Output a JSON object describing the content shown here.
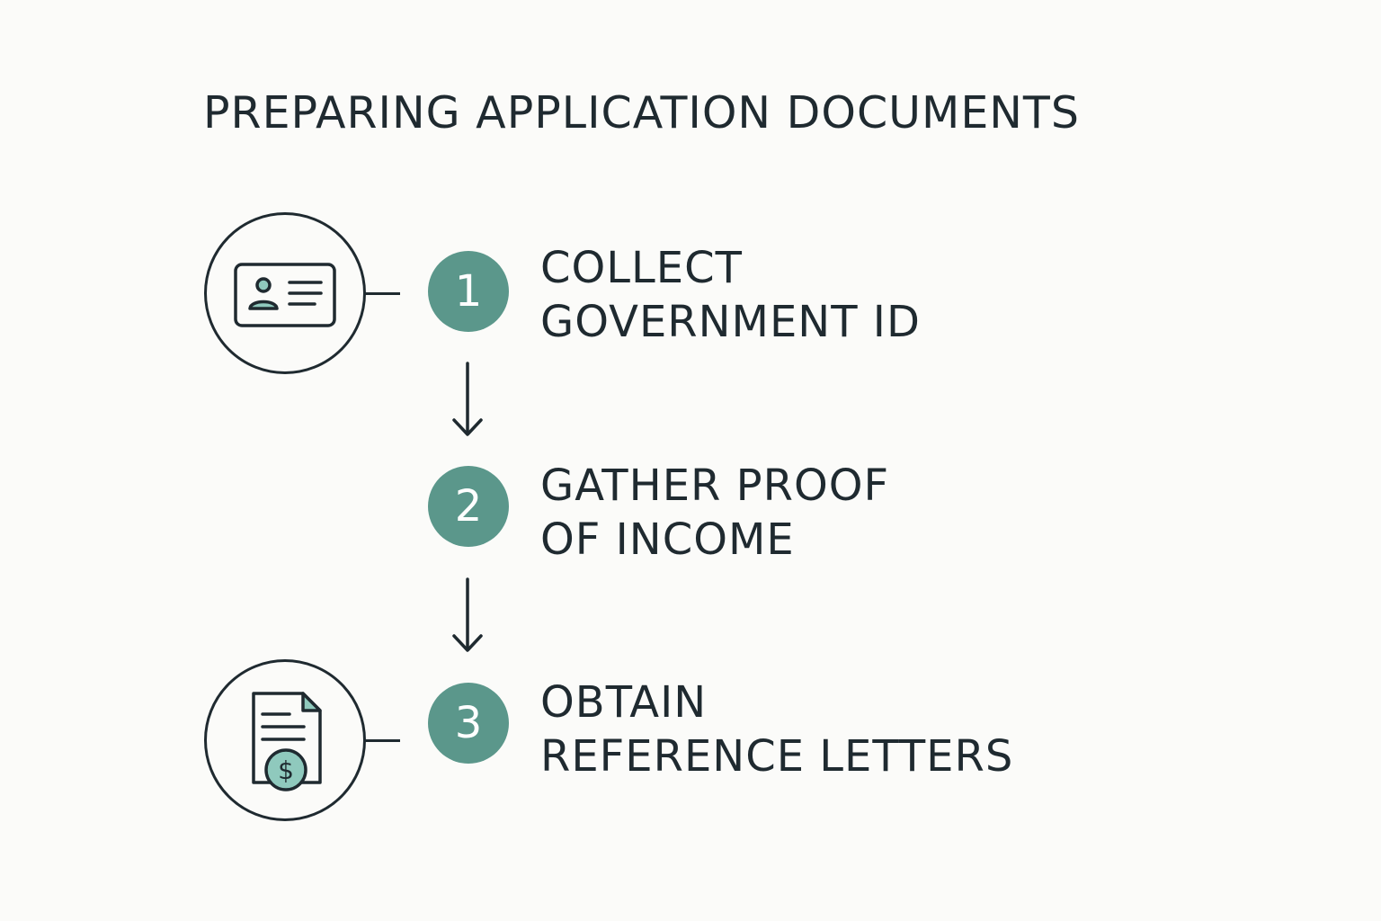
{
  "title": "PREPARING APPLICATION DOCUMENTS",
  "colors": {
    "accent": "#5b978b",
    "accent_light": "#8fc9bd",
    "ink": "#1f2a30",
    "background": "#fbfbf9"
  },
  "steps": [
    {
      "number": "1",
      "line1": "COLLECT",
      "line2": "GOVERNMENT ID",
      "icon": "id-card-icon"
    },
    {
      "number": "2",
      "line1": "GATHER PROOF",
      "line2": "OF INCOME",
      "icon": null
    },
    {
      "number": "3",
      "line1": "OBTAIN",
      "line2": "REFERENCE LETTERS",
      "icon": "document-dollar-icon"
    }
  ],
  "document_icon": {
    "currency_symbol": "$"
  }
}
